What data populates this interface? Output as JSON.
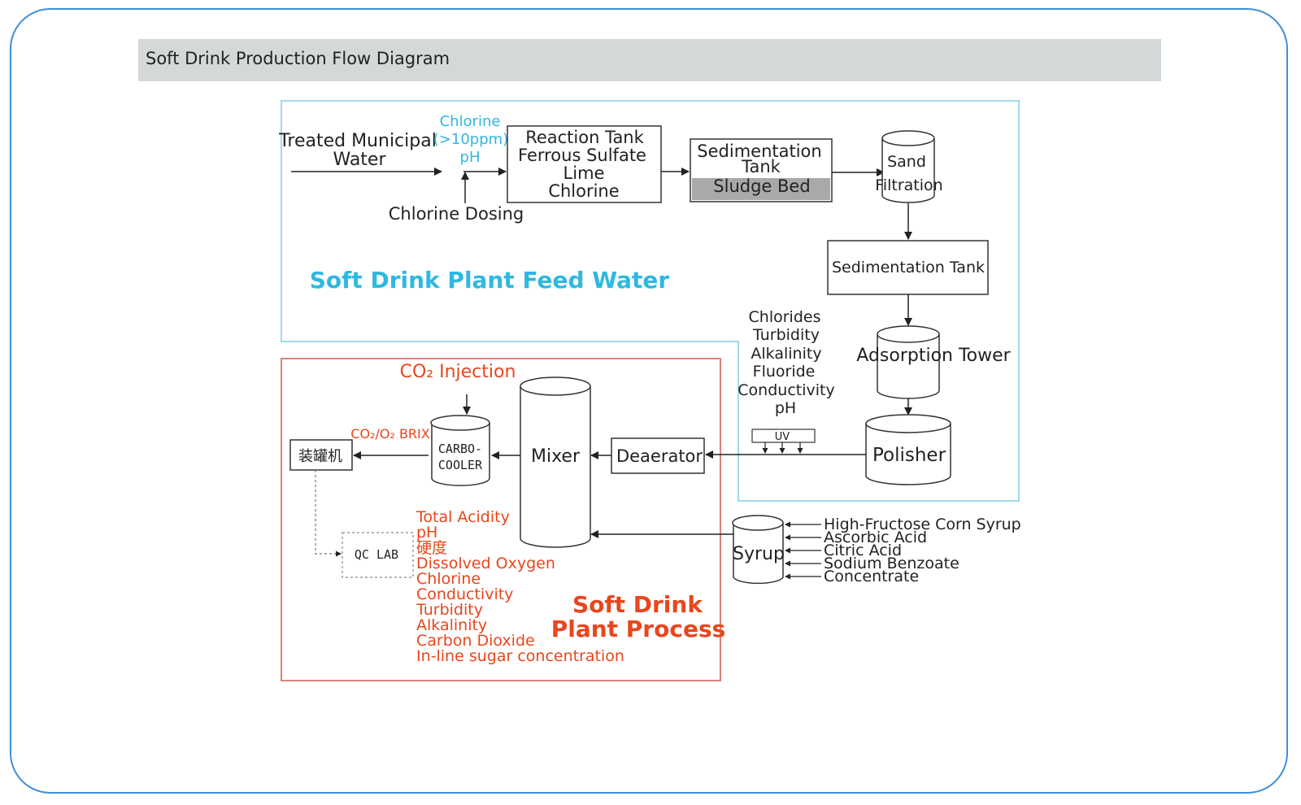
{
  "title": "Soft Drink Production Flow Diagram",
  "colors": {
    "frame": "#3d8fd8",
    "feed_water": "#2fb8e0",
    "plant_process": "#e8461c",
    "title_bar": "#d4d8d8"
  },
  "feed_water": {
    "section_label": "Soft Drink Plant Feed Water",
    "source": [
      "Treated Municipal",
      "Water"
    ],
    "chlorine_notes": [
      "Chlorine",
      "(>10ppm)",
      "pH"
    ],
    "chlorine_dosing": "Chlorine Dosing",
    "reaction_tank": [
      "Reaction Tank",
      "Ferrous Sulfate",
      "Lime",
      "Chlorine"
    ],
    "sedimentation_tank_1": [
      "Sedimentation",
      "Tank"
    ],
    "sludge_bed": "Sludge Bed",
    "sand_filtration": [
      "Sand",
      "Filtration"
    ],
    "sedimentation_tank_2": "Sedimentation Tank",
    "adsorption_tower": "Adsorption Tower",
    "water_tests": [
      "Chlorides",
      "Turbidity",
      "Alkalinity",
      "Fluoride",
      "Conductivity",
      "pH"
    ],
    "uv": "UV",
    "polisher": "Polisher"
  },
  "plant_process": {
    "section_label": [
      "Soft Drink",
      "Plant Process"
    ],
    "co2_injection": "CO₂ Injection",
    "co2_brix": "CO₂/O₂ BRIX",
    "carbo_cooler": [
      "CARBO-",
      "COOLER"
    ],
    "mixer": "Mixer",
    "deaerator": "Deaerator",
    "filler": "装罐机",
    "qc_lab": "QC LAB",
    "qc_tests": [
      "Total Acidity",
      "pH",
      "硬度",
      "Dissolved Oxygen",
      "Chlorine",
      "Conductivity",
      "Turbidity",
      "Alkalinity",
      "Carbon Dioxide",
      "In-line sugar concentration"
    ],
    "syrup": "Syrup",
    "syrup_inputs": [
      "High-Fructose Corn Syrup",
      "Ascorbic Acid",
      "Citric Acid",
      "Sodium Benzoate",
      "Concentrate"
    ]
  }
}
